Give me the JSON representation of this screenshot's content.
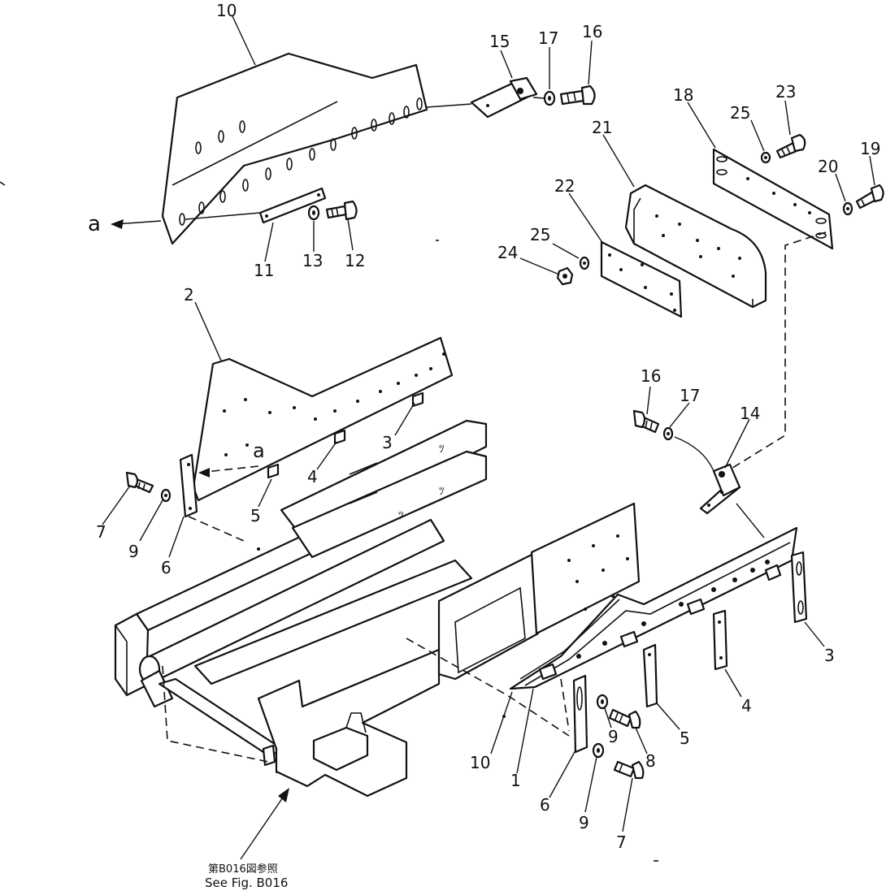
{
  "callouts": [
    {
      "id": "c10a",
      "text": "10"
    },
    {
      "id": "c15",
      "text": "15"
    },
    {
      "id": "c17a",
      "text": "17"
    },
    {
      "id": "c16a",
      "text": "16"
    },
    {
      "id": "c18",
      "text": "18"
    },
    {
      "id": "c23",
      "text": "23"
    },
    {
      "id": "c25a",
      "text": "25"
    },
    {
      "id": "c21",
      "text": "21"
    },
    {
      "id": "c19",
      "text": "19"
    },
    {
      "id": "c20",
      "text": "20"
    },
    {
      "id": "c22",
      "text": "22"
    },
    {
      "id": "c25b",
      "text": "25"
    },
    {
      "id": "c24",
      "text": "24"
    },
    {
      "id": "c11",
      "text": "11"
    },
    {
      "id": "c13",
      "text": "13"
    },
    {
      "id": "c12",
      "text": "12"
    },
    {
      "id": "c2",
      "text": "2"
    },
    {
      "id": "c3a",
      "text": "3"
    },
    {
      "id": "c4a",
      "text": "4"
    },
    {
      "id": "c5a",
      "text": "5"
    },
    {
      "id": "c7a",
      "text": "7"
    },
    {
      "id": "c9a",
      "text": "9"
    },
    {
      "id": "c6a",
      "text": "6"
    },
    {
      "id": "c16b",
      "text": "16"
    },
    {
      "id": "c17b",
      "text": "17"
    },
    {
      "id": "c14",
      "text": "14"
    },
    {
      "id": "c3b",
      "text": "3"
    },
    {
      "id": "c4b",
      "text": "4"
    },
    {
      "id": "c5b",
      "text": "5"
    },
    {
      "id": "c9b",
      "text": "9"
    },
    {
      "id": "c8",
      "text": "8"
    },
    {
      "id": "c10b",
      "text": "10"
    },
    {
      "id": "c1",
      "text": "1"
    },
    {
      "id": "c6b",
      "text": "6"
    },
    {
      "id": "c9c",
      "text": "9"
    },
    {
      "id": "c7b",
      "text": "7"
    }
  ],
  "arrow_labels": {
    "upper": "a",
    "lower": "a"
  },
  "reference_note": {
    "line1": "第B016図参照",
    "line2": "See Fig. B016"
  }
}
